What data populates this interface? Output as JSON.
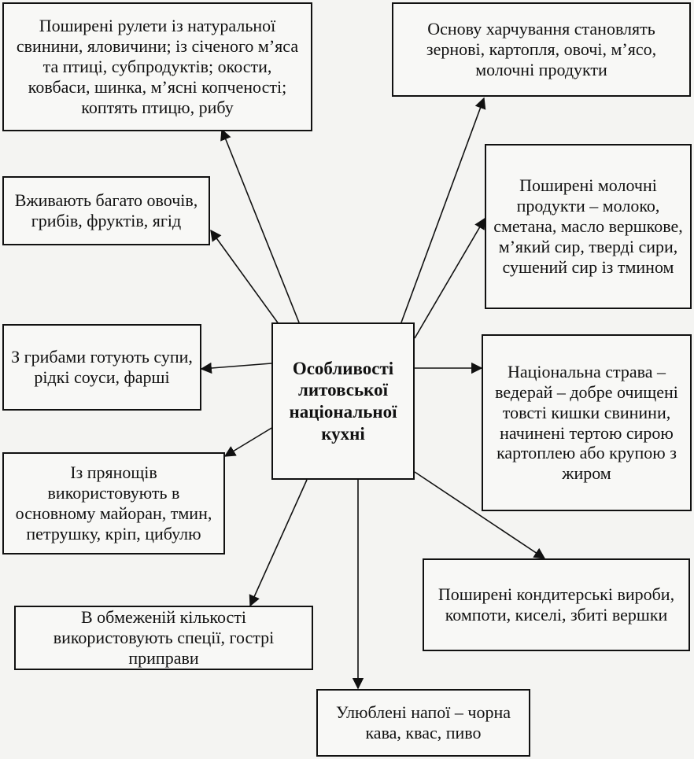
{
  "center": {
    "title": "Особливості литовської національної кухні"
  },
  "boxes": {
    "rolls": "Поширені рулети із натуральної свинини, яловичини; із січеного м’яса та птиці, субпродуктів; окости, ковбаси, шинка, м’ясні копченості; коптять птицю, рибу",
    "vegetables": "Вживають багато овочів, грибів, фруктів, ягід",
    "mushrooms": "З грибами готують супи, рідкі соуси, фарші",
    "spices": "Із прянощів використовують в основному майоран, тмин, петрушку, кріп, цибулю",
    "limited_spices": "В обмеженій кількості використовують спеції, гострі приправи",
    "drinks": "Улюблені напої – чорна кава, квас, пиво",
    "confectionery": "Поширені кондитерські вироби, компоти, киселі, збиті вершки",
    "vederai": "Національна страва – ведерай – добре очищені товсті кишки свинини, начинені тертою сирою картоплею або крупою з жиром",
    "dairy": "Поширені молочні продукти – молоко, сметана, масло вершкове, м’який сир, тверді сири, сушений сир із тмином",
    "diet": "Основу харчування становлять зернові, картопля, овочі, м’ясо, молочні продукти"
  }
}
